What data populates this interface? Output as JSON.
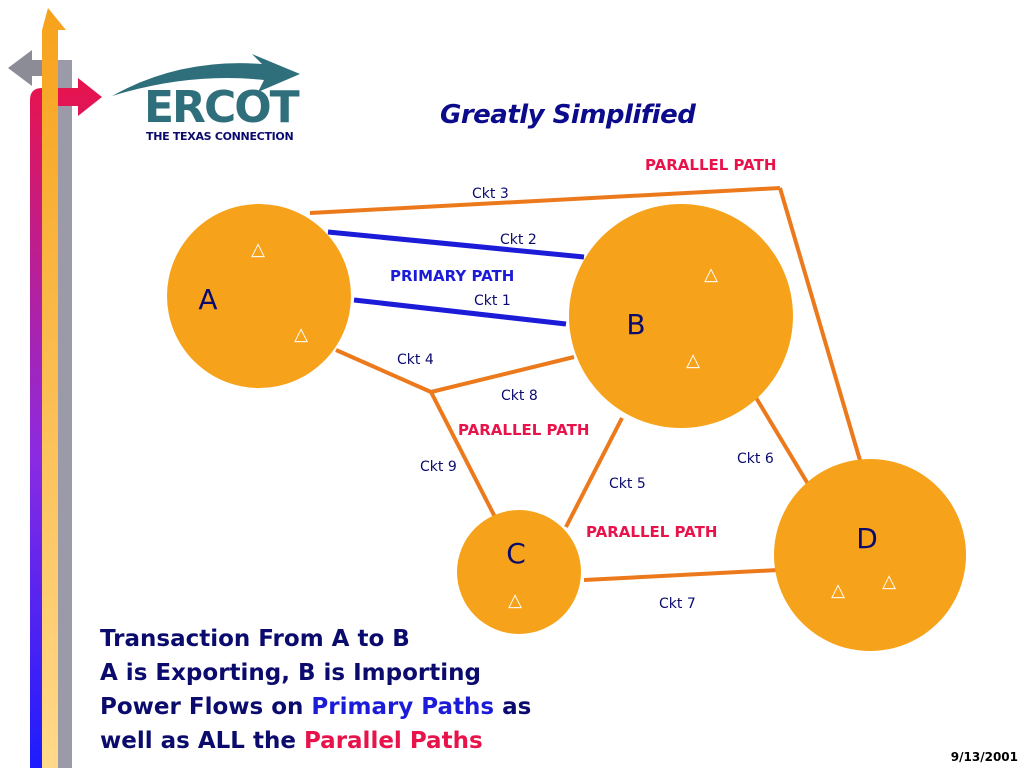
{
  "logo": {
    "name": "ERCOT",
    "tagline": "THE TEXAS CONNECTION"
  },
  "title": "Greatly Simplified",
  "nodes": [
    {
      "id": "A",
      "label": "A"
    },
    {
      "id": "B",
      "label": "B"
    },
    {
      "id": "C",
      "label": "C"
    },
    {
      "id": "D",
      "label": "D"
    }
  ],
  "generator_symbol": "△",
  "circuits": {
    "ckt1": "Ckt 1",
    "ckt2": "Ckt 2",
    "ckt3": "Ckt 3",
    "ckt4": "Ckt 4",
    "ckt5": "Ckt 5",
    "ckt6": "Ckt 6",
    "ckt7": "Ckt 7",
    "ckt8": "Ckt 8",
    "ckt9": "Ckt 9"
  },
  "path_labels": {
    "primary": "PRIMARY PATH",
    "parallel": "PARALLEL PATH"
  },
  "summary": {
    "line1": "Transaction From A to B",
    "line2": "A is Exporting, B is Importing",
    "line3_a": "Power Flows on ",
    "line3_b": "Primary Paths",
    "line3_c": " as",
    "line4_a": "well as ALL the ",
    "line4_b": "Parallel Paths"
  },
  "date": "9/13/2001",
  "colors": {
    "node": "#f7a21b",
    "parallel_line": "#ec7a1c",
    "primary_line": "#1c1cd8",
    "parallel_text": "#e8134b",
    "primary_text": "#1c1cd8",
    "label_text": "#0b0b6e"
  }
}
